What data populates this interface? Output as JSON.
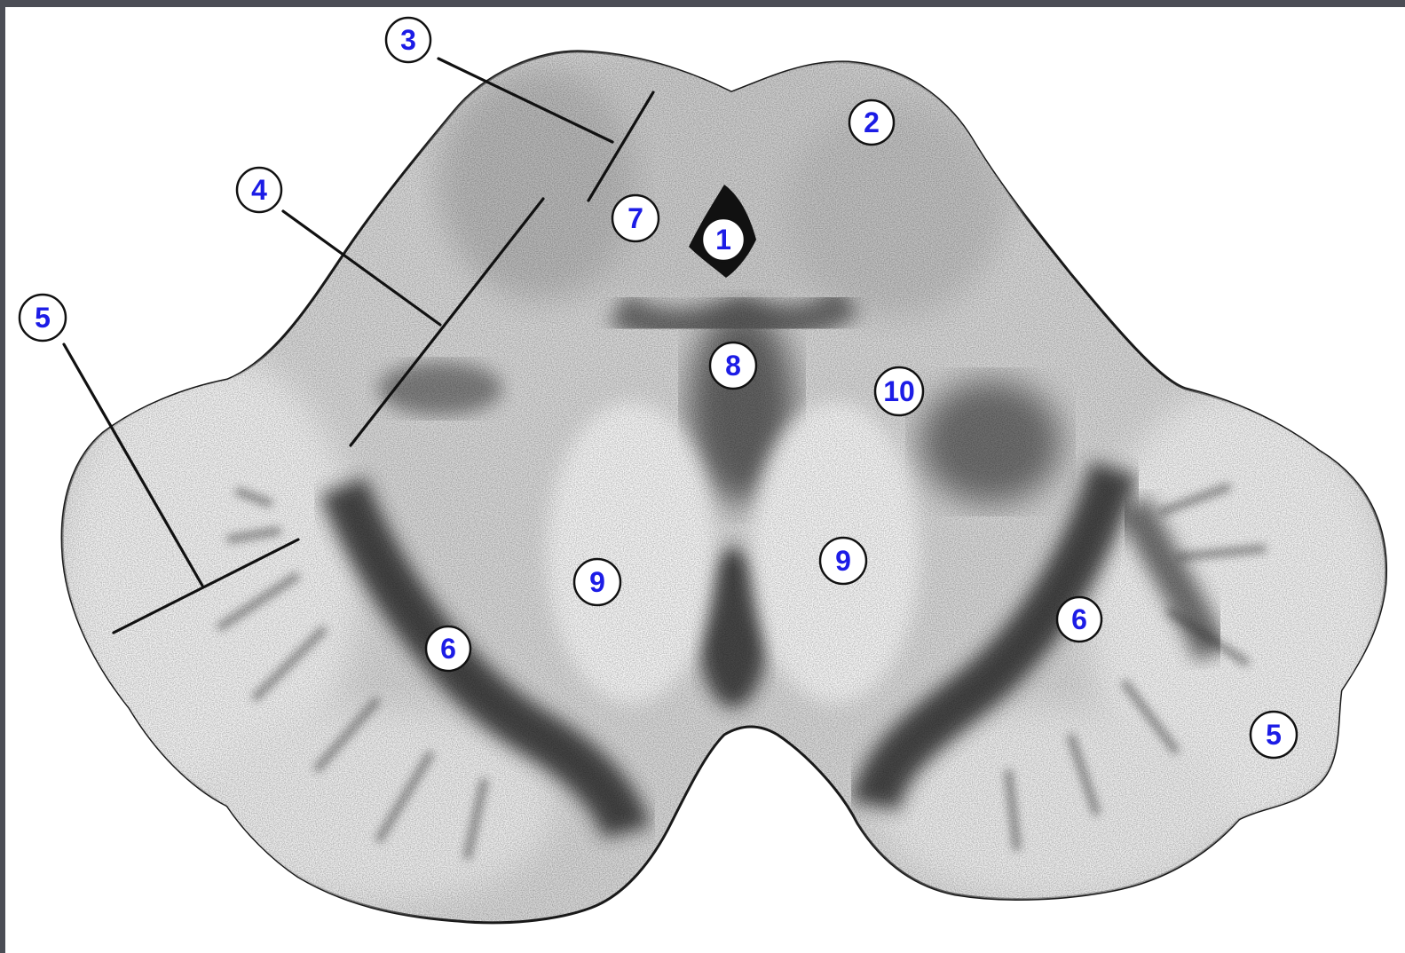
{
  "figure": {
    "colors": {
      "background": "#ffffff",
      "frame": "#4b4d55",
      "label_text": "#1c1ce6",
      "label_border": "#111111"
    },
    "labels": {
      "l1": "1",
      "l2": "2",
      "l3": "3",
      "l4": "4",
      "l5": "5",
      "l6": "6",
      "l7": "7",
      "l8": "8",
      "l9": "9",
      "l10": "10"
    }
  }
}
